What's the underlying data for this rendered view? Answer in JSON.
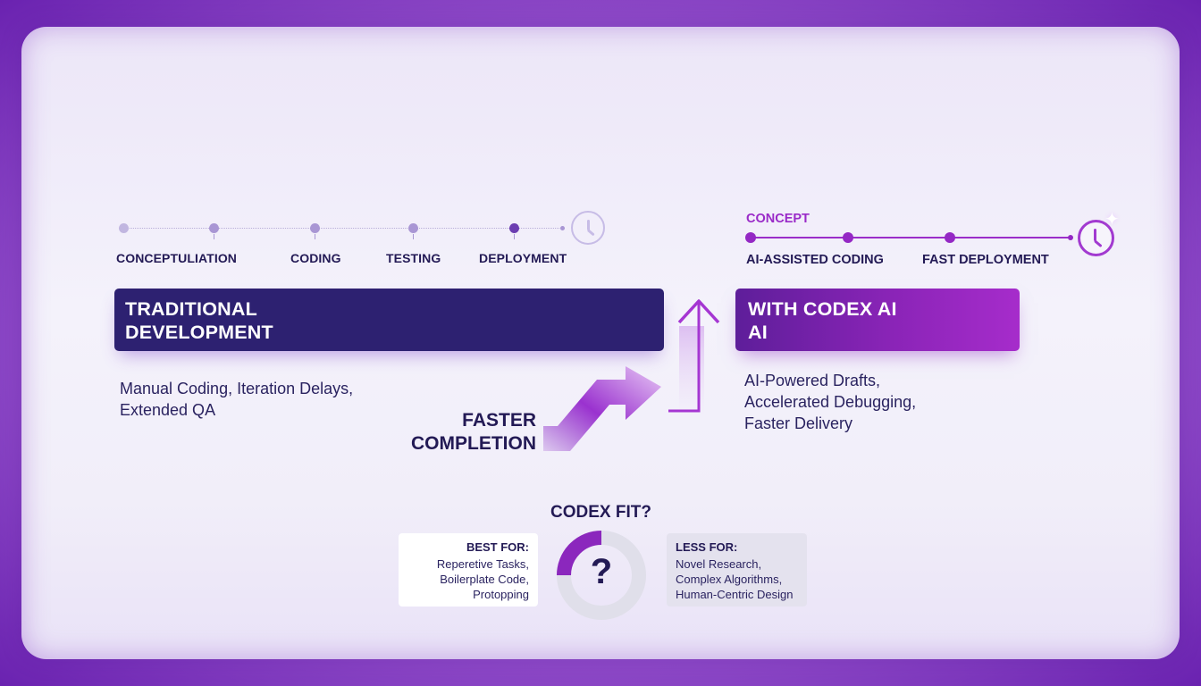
{
  "traditional": {
    "timeline": {
      "steps": [
        "CONCEPTULIATION",
        "CODING",
        "TESTING",
        "DEPLOYMENT"
      ],
      "icon": "clock-icon"
    },
    "banner_title": "TRADITIONAL\nDEVELOPMENT",
    "description": "Manual Coding, Iteration Delays,\nExtended QA",
    "color": "#2d2171"
  },
  "codex": {
    "timeline": {
      "top_label": "CONCEPT",
      "steps": [
        "AI-ASSISTED CODING",
        "FAST DEPLOYMENT"
      ],
      "icon": "clock-icon"
    },
    "banner_title": "WITH CODEX AI\nAI",
    "description": "AI-Powered Drafts,\nAccelerated Debugging,\nFaster Delivery",
    "color": "#9428c4"
  },
  "transition": {
    "label": "FASTER\nCOMPLETION"
  },
  "fit": {
    "title": "CODEX FIT?",
    "center_symbol": "?",
    "donut_fill_percent": 25,
    "best_for": {
      "heading": "BEST FOR:",
      "items": "Reperetive Tasks,\nBoilerplate Code,\nProtopping"
    },
    "less_for": {
      "heading": "LESS FOR:",
      "items": "Novel Research,\nComplex Algorithms,\nHuman-Centric Design"
    }
  },
  "colors": {
    "accent": "#9428c4",
    "navy": "#2d2171",
    "text": "#231a55",
    "frame_bg": "#f1eef9",
    "border_purple": "#9a57cf"
  }
}
